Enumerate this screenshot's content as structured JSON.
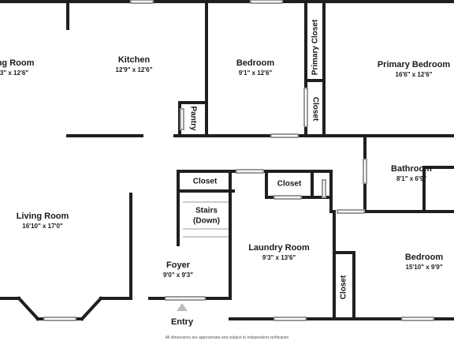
{
  "rooms": {
    "dining": {
      "name": "ing Room",
      "dims": "3\" x 12'6\""
    },
    "kitchen": {
      "name": "Kitchen",
      "dims": "12'9\" x 12'6\""
    },
    "bedroom_top": {
      "name": "Bedroom",
      "dims": "9'1\" x 12'6\""
    },
    "primary_bedroom": {
      "name": "Primary Bedroom",
      "dims": "16'6\" x 12'6\""
    },
    "bathroom": {
      "name": "Bathroom",
      "dims": "8'1\" x 6'9\""
    },
    "living_room": {
      "name": "Living Room",
      "dims": "16'10\" x 17'0\""
    },
    "laundry_room": {
      "name": "Laundry Room",
      "dims": "9'3\" x 13'6\""
    },
    "bedroom_bottom": {
      "name": "Bedroom",
      "dims": "15'10\" x 9'9\""
    },
    "foyer": {
      "name": "Foyer",
      "dims": "9'0\" x 9'3\""
    }
  },
  "labels": {
    "primary_closet": "Primary Closet",
    "closet_vertical_top": "Closet",
    "pantry": "Pantry",
    "closet_stairs": "Closet",
    "stairs_line1": "Stairs",
    "stairs_line2": "(Down)",
    "closet_laundry": "Closet",
    "closet_bedroom": "Closet",
    "entry": "Entry"
  },
  "disclaimer": "All dimensions are approximate and subject to independent verification",
  "colors": {
    "wall": "#1f1f1f",
    "window": "#9a9a9a",
    "entry_arrow": "#bdbdbd"
  }
}
